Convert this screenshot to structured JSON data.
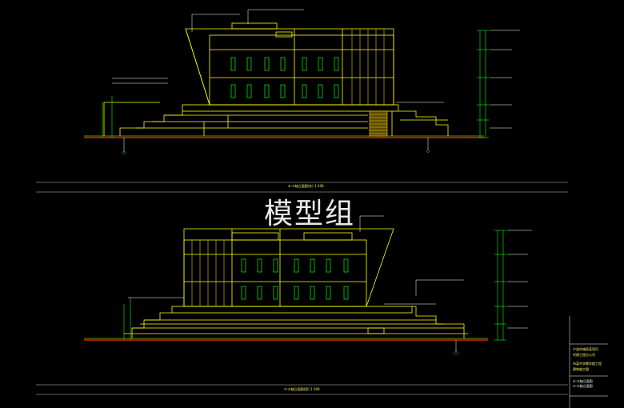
{
  "watermark": "模型组",
  "colors": {
    "background": "#000000",
    "outline": "#ffff00",
    "dimension": "#00ff00",
    "annotation": "#ffffff",
    "ground": "#ff3300",
    "hatch": "#ffd000",
    "text": "#ffff66"
  },
  "elevations": [
    {
      "title": "①-⑦轴立面图(东)",
      "scale": "1:100"
    },
    {
      "title": "⑦-①轴立面图(西)",
      "scale": "1:100"
    }
  ],
  "title_block": {
    "lines": [
      "宁波市城投某项目",
      "代建工程分公司",
      "市某中学教学楼工程",
      "建筑施工图",
      "①-⑦轴立面图",
      "⑦-①轴立面图"
    ]
  }
}
